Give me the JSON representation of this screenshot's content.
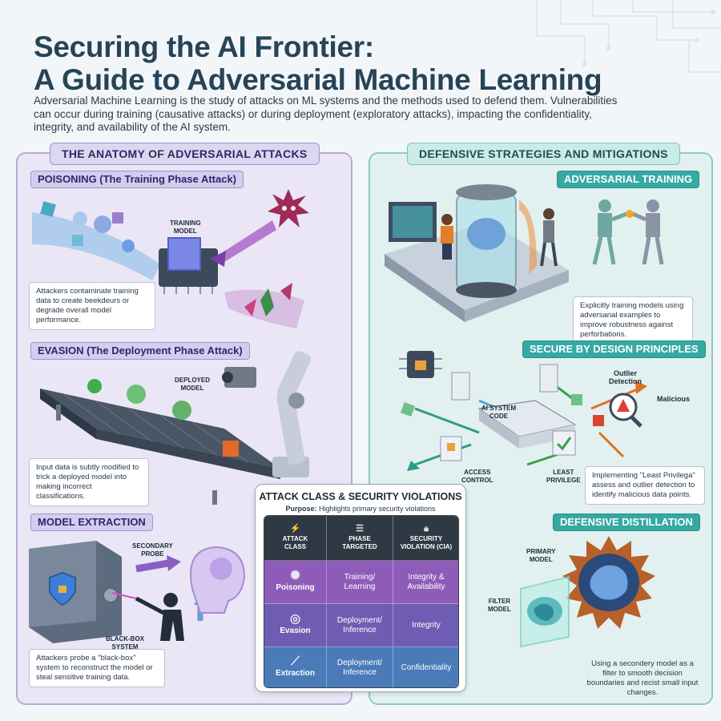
{
  "header": {
    "title_line1": "Securing the AI Frontier:",
    "title_line2": "A Guide to Adversarial Machine Learning",
    "intro": "Adversarial Machine Learning is the study of attacks on ML systems and the methods used to defend them. Vulnerabilities can occur during training (causative attacks) or during deployment (exploratory attacks), impacting the confidentiality, integrity, and availability of the AI system."
  },
  "left_panel": {
    "title": "THE ANATOMY OF ADVERSARIAL ATTACKS",
    "poisoning": {
      "label": "POISONING (The Training Phase Attack)",
      "tag": "TRAINING\nMODEL",
      "tag_line1": "TRAINING",
      "tag_line2": "MODEL",
      "caption": "Attackers contaminate training data to create beekdeurs or degrade overall model performance."
    },
    "evasion": {
      "label": "EVASION (The Deployment Phase Attack)",
      "tag_line1": "DEPLOYED",
      "tag_line2": "MODEL",
      "caption": "Input data is subtly modified to trick a deployed model into making incorrect classifications."
    },
    "extraction": {
      "label": "MODEL EXTRACTION",
      "tag_probe_line1": "SECONDARY",
      "tag_probe_line2": "PROBE",
      "tag_box_line1": "BLACK-BOX",
      "tag_box_line2": "SYSTEM",
      "caption": "Attackers probe a \"black-box\" system to reconstruct the model or steal sensitive training data."
    }
  },
  "right_panel": {
    "title": "DEFENSIVE STRATEGIES AND MITIGATIONS",
    "adversarial_training": {
      "label": "ADVERSARIAL TRAINING",
      "caption": "Explicitly training models using adversarial examples to improve robustness against perforbations."
    },
    "secure_design": {
      "label": "SECURE BY DESIGN PRINCIPLES",
      "tag_core_line1": "AI SYSTEM",
      "tag_core_line2": "CODE",
      "tag_outlier_line1": "Outlier",
      "tag_outlier_line2": "Detection",
      "tag_malicious": "Malicious",
      "tag_access_line1": "ACCESS",
      "tag_access_line2": "CONTROL",
      "tag_least_line1": "LEAST",
      "tag_least_line2": "PRIVILEGE",
      "caption": "Implementing \"Least Privilega\" assess and outlier detection to identify malicious data points."
    },
    "distillation": {
      "label": "DEFENSIVE DISTILLATION",
      "tag_primary_line1": "PRIMARY",
      "tag_primary_line2": "MODEL",
      "tag_filter_line1": "FILTER",
      "tag_filter_line2": "MODEL",
      "caption": "Using a secondery model as a filter to smooth decision boundaries and recist small input changes."
    }
  },
  "table": {
    "title": "ATTACK CLASS & SECURITY VIOLATIONS",
    "purpose_prefix": "Purpose:",
    "purpose_text": " Highlights primary security violations",
    "headers": [
      {
        "line1": "ATTACK",
        "line2": "CLASS",
        "icon": "shield-bolt-icon"
      },
      {
        "line1": "PHASE",
        "line2": "TARGETED",
        "icon": "list-icon"
      },
      {
        "line1": "SECURITY",
        "line2": "VIOLATION (CIA)",
        "icon": "lock-icon"
      }
    ],
    "rows": [
      {
        "attack": "Poisoning",
        "phase_line1": "Training/",
        "phase_line2": "Learning",
        "violation_line1": "Integrity &",
        "violation_line2": "Availability",
        "color": "#8f5bb8"
      },
      {
        "attack": "Evasion",
        "phase_line1": "Deployment/",
        "phase_line2": "Inference",
        "violation_line1": "Integrity",
        "violation_line2": "",
        "color": "#6f5db3"
      },
      {
        "attack": "Extraction",
        "phase_line1": "Deployment/",
        "phase_line2": "Inference",
        "violation_line1": "Confidentiality",
        "violation_line2": "",
        "color": "#4a7ab8"
      }
    ]
  }
}
